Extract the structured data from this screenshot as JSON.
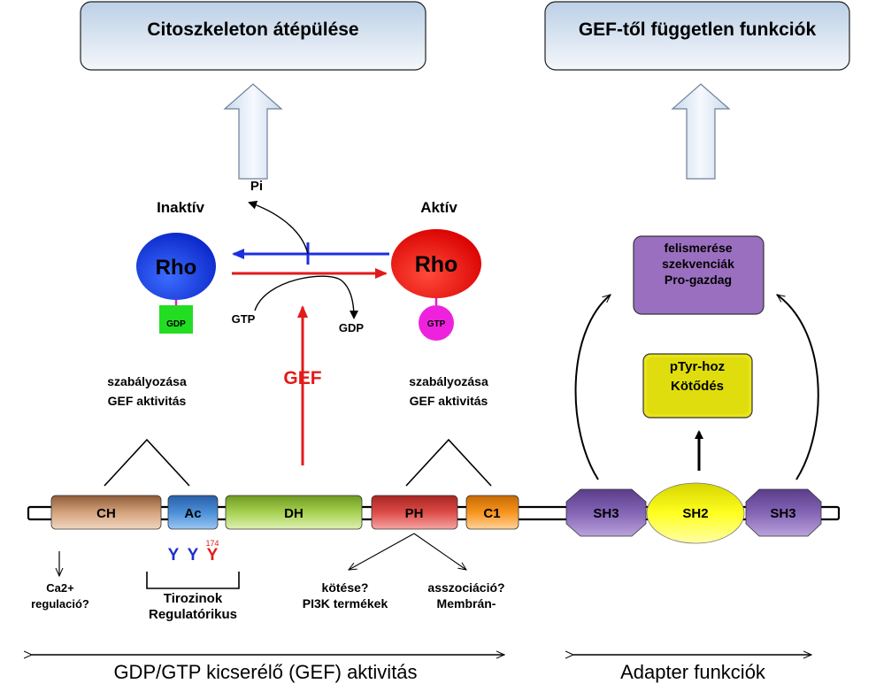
{
  "top_boxes": {
    "left": "Citoszkeleton átépülése",
    "right": "GEF-től független funkciók"
  },
  "states": {
    "inactive": "Inaktív",
    "active": "Aktív"
  },
  "rho": {
    "inactive_label": "Rho",
    "active_label": "Rho",
    "gdp_tag": "GDP",
    "gtp_tag": "GTP",
    "pi": "Pi",
    "gtp_in": "GTP",
    "gdp_out": "GDP",
    "gef": "GEF"
  },
  "domains": {
    "ch": "CH",
    "ac": "Ac",
    "dh": "DH",
    "ph": "PH",
    "c1": "C1",
    "sh3_left": "SH3",
    "sh2": "SH2",
    "sh3_right": "SH3"
  },
  "annotations": {
    "gef_reg_left_1": "GEF aktivitás",
    "gef_reg_left_2": "szabályozása",
    "gef_reg_right_1": "GEF aktivitás",
    "gef_reg_right_2": "szabályozása",
    "ca_1": "Ca2+",
    "ca_2": "regulació?",
    "tyr_1": "Regulatórikus",
    "tyr_2": "Tirozinok",
    "tyr_label": "Y",
    "tyr_number": "174",
    "pi3k_1": "PI3K termékek",
    "pi3k_2": "kötése?",
    "membrane_1": "Membrán-",
    "membrane_2": "asszociáció?",
    "binding_1": "Kötődés",
    "binding_2": "pTyr-hoz",
    "proline_1": "Pro-gazdag",
    "proline_2": "szekvenciák",
    "proline_3": "felismerése"
  },
  "bottom": {
    "left": "GDP/GTP kicserélő (GEF) aktivitás",
    "right": "Adapter funkciók"
  }
}
